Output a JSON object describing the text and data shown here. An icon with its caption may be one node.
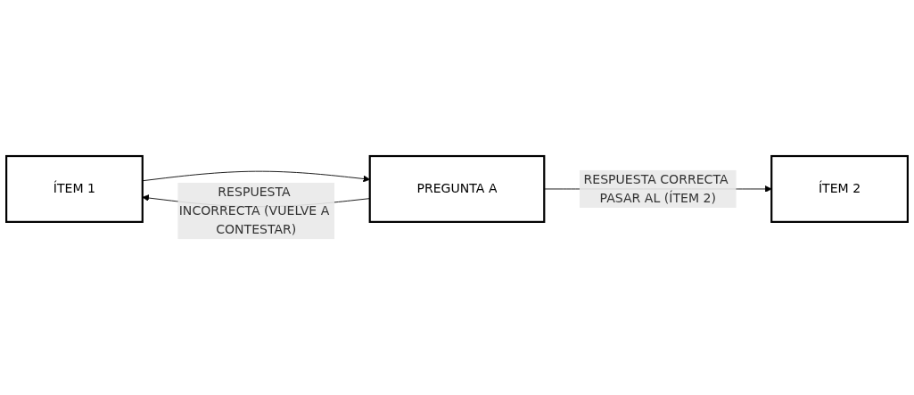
{
  "diagram": {
    "nodes": [
      {
        "text": [
          "ÍTEM 1"
        ]
      },
      {
        "text": [
          "PREGUNTA A"
        ]
      },
      {
        "text": [
          "ÍTEM 2"
        ]
      }
    ],
    "edges": [
      {
        "from": 0,
        "to": 1,
        "arrow": "to"
      },
      {
        "from": 1,
        "to": 2,
        "arrow": "to",
        "label": "RESPUESTA CORRECTA PASAR AL (ÍTEM 2)"
      },
      {
        "from": 1,
        "to": 0,
        "arrow": "to",
        "label": "RESPUESTA INCORRECTA (VUELVE A CONTESTAR)"
      }
    ]
  }
}
